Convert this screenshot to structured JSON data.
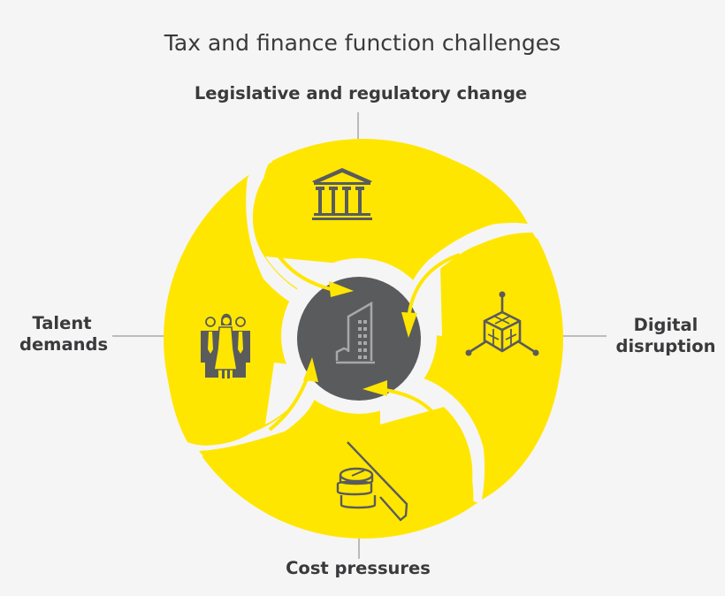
{
  "title": "Tax and finance function challenges",
  "challenges": [
    {
      "id": "legislative",
      "label": "Legislative and regulatory change",
      "position": "top",
      "icon": "government-building-icon"
    },
    {
      "id": "digital",
      "label_lines": [
        "Digital",
        "disruption"
      ],
      "position": "right",
      "icon": "network-cube-icon"
    },
    {
      "id": "cost",
      "label": "Cost pressures",
      "position": "bottom",
      "icon": "coins-icon"
    },
    {
      "id": "talent",
      "label_lines": [
        "Talent",
        "demands"
      ],
      "position": "left",
      "icon": "people-group-icon"
    }
  ],
  "center": {
    "icon": "office-building-icon"
  },
  "colors": {
    "background": "#f5f5f5",
    "petal_yellow": "#ffe600",
    "center_gray": "#5a5b5d",
    "icon_gray": "#5a5b5d",
    "center_icon": "#a8a8a8",
    "text": "#3a3a3c",
    "connector_line": "#9a9a9a"
  }
}
